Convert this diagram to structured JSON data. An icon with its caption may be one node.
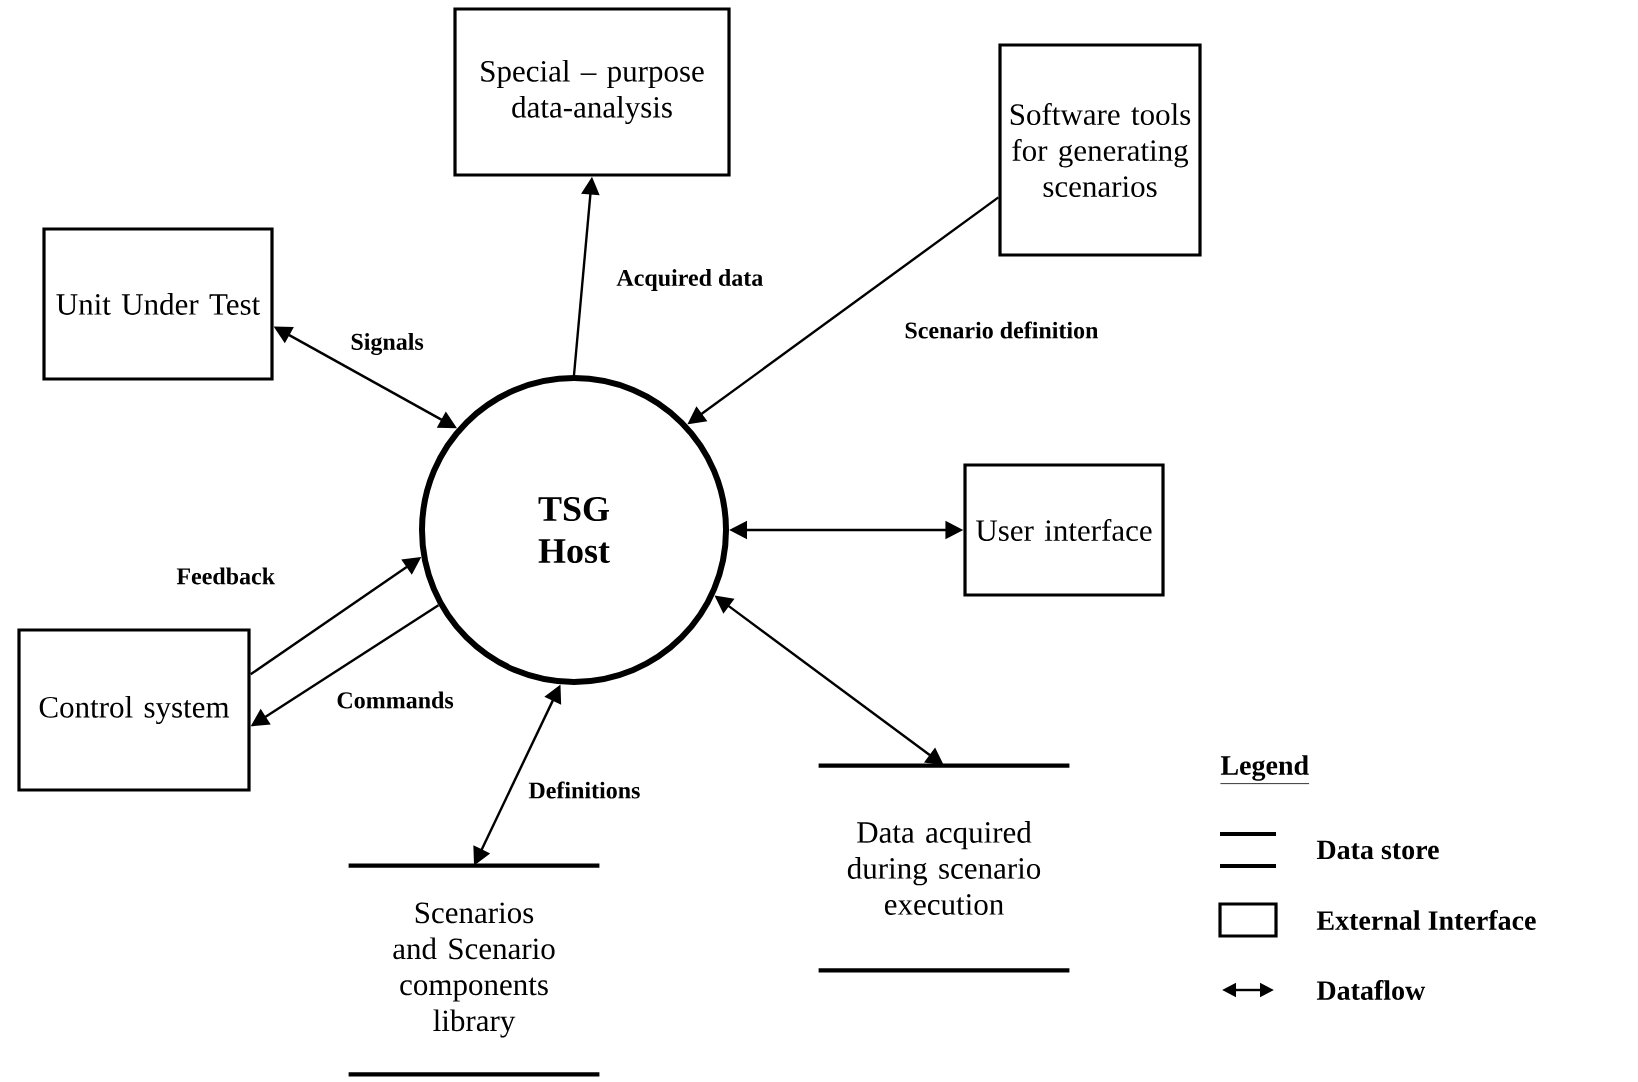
{
  "diagram": {
    "nodes": [
      {
        "text": [
          "TSG Host"
        ]
      },
      {
        "text": [
          "Special – purpose data-analysis"
        ]
      },
      {
        "text": [
          "Unit Under Test"
        ]
      },
      {
        "text": [
          "Software tools for generating scenarios"
        ]
      },
      {
        "text": [
          "User interface"
        ]
      },
      {
        "text": [
          "Control system"
        ]
      },
      {
        "text": [
          "Scenarios and Scenario components library"
        ]
      },
      {
        "text": [
          "Data acquired during scenario execution"
        ]
      }
    ],
    "edges": [
      {
        "from": 0,
        "to": 1,
        "arrow": "to",
        "label": "Acquired data"
      },
      {
        "from": 2,
        "to": 0,
        "arrow": "both",
        "label": "Signals"
      },
      {
        "from": 3,
        "to": 0,
        "arrow": "to",
        "label": "Scenario definition"
      },
      {
        "from": 0,
        "to": 4,
        "arrow": "both"
      },
      {
        "from": 5,
        "to": 0,
        "arrow": "to",
        "label": "Feedback"
      },
      {
        "from": 0,
        "to": 5,
        "arrow": "to",
        "label": "Commands"
      },
      {
        "from": 0,
        "to": 6,
        "arrow": "both",
        "label": "Definitions"
      },
      {
        "from": 0,
        "to": 7,
        "arrow": "both"
      }
    ],
    "labels": [
      "Legend"
    ],
    "legend": [
      {
        "text": "Data store"
      },
      {
        "text": "External Interface"
      },
      {
        "text": "Dataflow"
      }
    ]
  }
}
